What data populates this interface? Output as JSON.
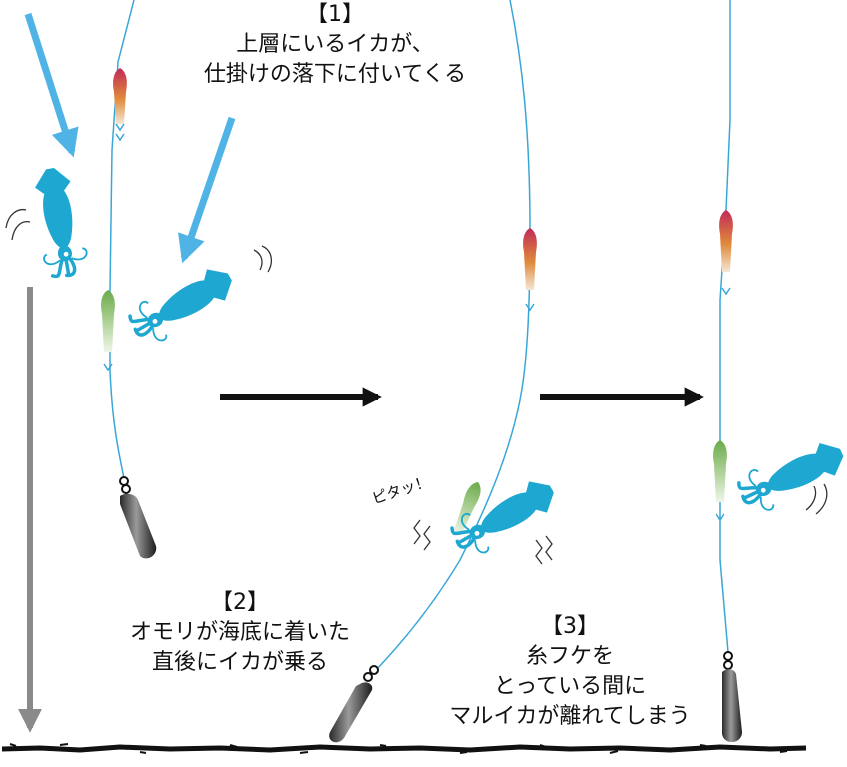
{
  "captions": {
    "step1": {
      "number": "【1】",
      "line1": "上層にいるイカが、",
      "line2": "仕掛けの落下に付いてくる"
    },
    "step2": {
      "number": "【2】",
      "line1": "オモリが海底に着いた",
      "line2": "直後にイカが乗る"
    },
    "step3": {
      "number": "【3】",
      "line1": "糸フケを",
      "line2": "とっている間に",
      "line3": "マルイカが離れてしまう"
    }
  },
  "sound_effect": "ピタッ！",
  "colors": {
    "line": "#3aa6d8",
    "squid": "#1ea7d0",
    "arrow_blue": "#4fb3e6",
    "arrow_gray": "#8a8a8a",
    "arrow_black": "#111111",
    "lure_top": "#c02a5a",
    "lure_mid": "#e08a3a",
    "lure_green": "#6aaa4a",
    "seabed": "#111111"
  }
}
